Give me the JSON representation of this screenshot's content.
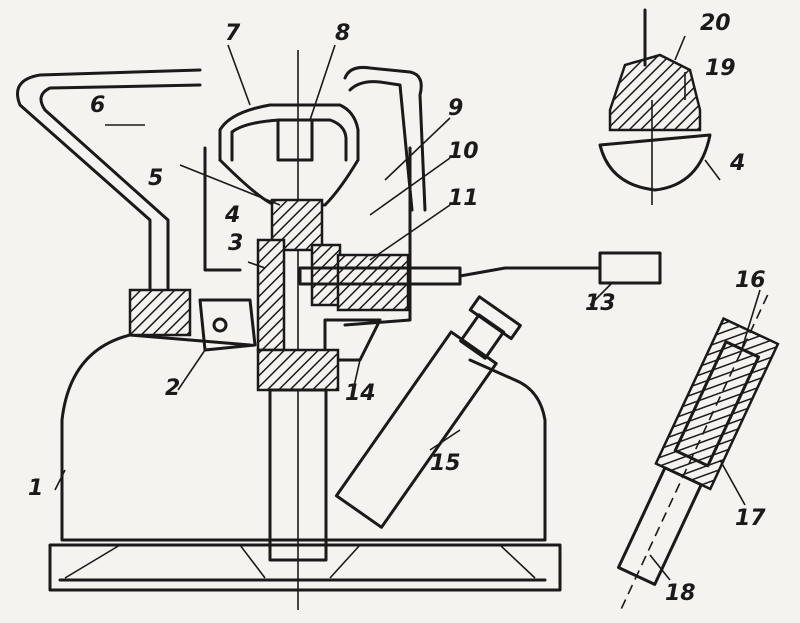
{
  "labels": {
    "l1": "1",
    "l2": "2",
    "l3": "3",
    "l4a": "4",
    "l5": "5",
    "l6": "6",
    "l7": "7",
    "l8": "8",
    "l9": "9",
    "l10": "10",
    "l11": "11",
    "l13": "13",
    "l14": "14",
    "l15": "15",
    "l16": "16",
    "l17": "17",
    "l18": "18",
    "l19": "19",
    "l20": "20",
    "l4b": "4"
  }
}
